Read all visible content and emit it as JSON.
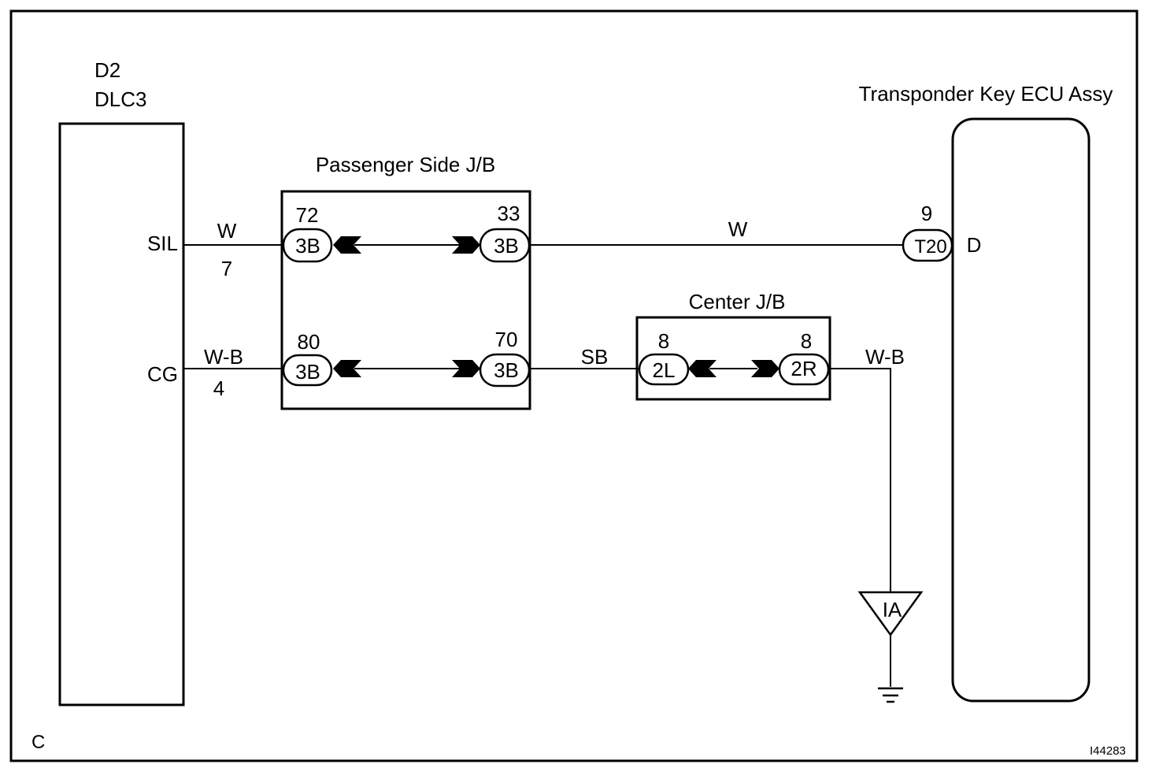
{
  "frame": {
    "corner_label": "C",
    "figure_id": "I44283"
  },
  "dlc3": {
    "code": "D2",
    "name": "DLC3",
    "pins": [
      {
        "name": "SIL",
        "number": "7",
        "wire_color": "W"
      },
      {
        "name": "CG",
        "number": "4",
        "wire_color": "W-B"
      }
    ]
  },
  "passenger_jb": {
    "title": "Passenger Side J/B",
    "connector": "3B",
    "rows": [
      {
        "left_pin": "72",
        "right_pin": "33"
      },
      {
        "left_pin": "80",
        "right_pin": "70"
      }
    ]
  },
  "wire_sil_to_ecu": {
    "color": "W"
  },
  "wire_jb_to_center": {
    "color": "SB"
  },
  "center_jb": {
    "title": "Center J/B",
    "left": {
      "pin": "8",
      "connector": "2L"
    },
    "right": {
      "pin": "8",
      "connector": "2R"
    }
  },
  "ground": {
    "wire_color": "W-B",
    "point": "IA"
  },
  "ecu": {
    "name": "Transponder Key ECU Assy",
    "pin": "9",
    "connector": "T20",
    "terminal": "D"
  }
}
